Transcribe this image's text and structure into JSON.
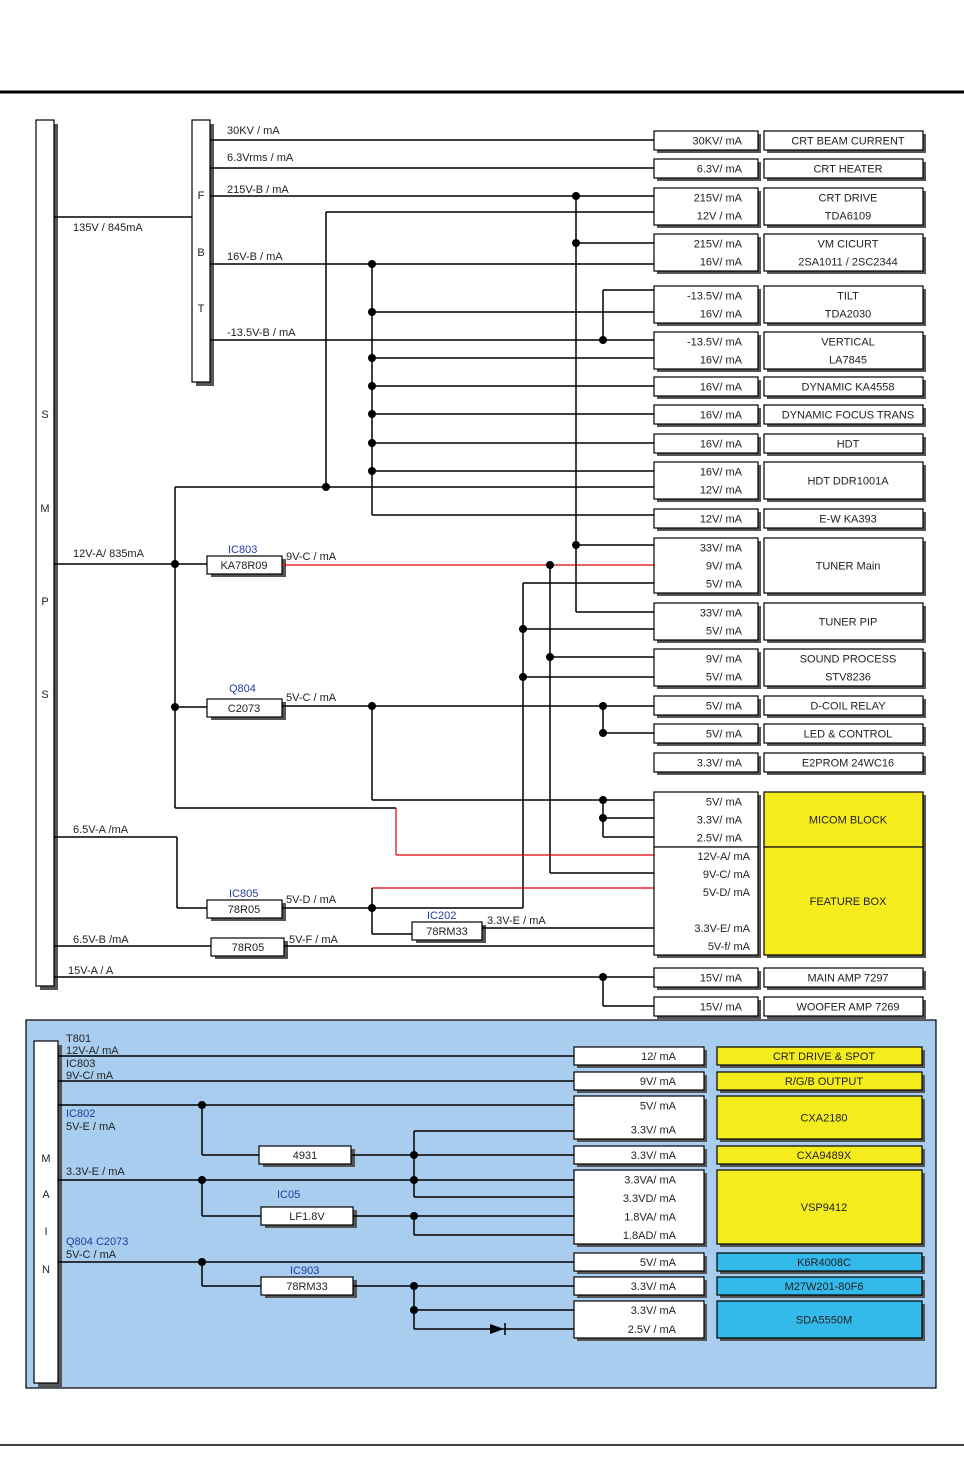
{
  "smps_label": [
    "S",
    "M",
    "P",
    "S"
  ],
  "fbt_label": [
    "F",
    "B",
    "T"
  ],
  "main_label": [
    "M",
    "A",
    "I",
    "N"
  ],
  "top": {
    "rails": {
      "kv30": "30KV / mA",
      "v63": "6.3Vrms / mA",
      "v215b": "215V-B / mA",
      "v135": "135V / 845mA",
      "v16b": "16V-B / mA",
      "v135b": "-13.5V-B / mA",
      "v12a": "12V-A/  835mA",
      "v9c": "9V-C / mA",
      "v5c": "5V-C / mA",
      "v65a": "6.5V-A /mA",
      "v5d": "5V-D / mA",
      "v33e": "3.3V-E / mA",
      "v65b": "6.5V-B /mA",
      "v5f": "5V-F / mA",
      "v15a": "15V-A / A"
    },
    "parts": {
      "ic803_ref": "IC803",
      "ic803_name": "KA78R09",
      "q804_ref": "Q804",
      "q804_name": "C2073",
      "ic805_ref": "IC805",
      "ic805_name": "78R05",
      "ic202_ref": "IC202",
      "ic202_name": "78RM33",
      "reg_6v5b_name": "78R05"
    },
    "volt_boxes": [
      [
        "30KV/     mA"
      ],
      [
        "6.3V/     mA"
      ],
      [
        "215V/     mA",
        "12V /     mA"
      ],
      [
        "215V/     mA",
        "16V/     mA"
      ],
      [
        "-13.5V/     mA",
        "16V/     mA"
      ],
      [
        "-13.5V/     mA",
        "16V/     mA"
      ],
      [
        "16V/     mA"
      ],
      [
        "16V/     mA"
      ],
      [
        "16V/     mA"
      ],
      [
        "16V/     mA",
        "12V/     mA"
      ],
      [
        "12V/     mA"
      ],
      [
        "33V/     mA",
        "9V/     mA",
        "5V/     mA"
      ],
      [
        "33V/     mA",
        "5V/     mA"
      ],
      [
        "9V/     mA",
        "5V/     mA"
      ],
      [
        "5V/     mA"
      ],
      [
        "5V/     mA"
      ],
      [
        "3.3V/     mA"
      ],
      [
        "5V/     mA",
        "3.3V/     mA",
        "2.5V/     mA"
      ],
      [
        "12V-A/     mA",
        "9V-C/     mA",
        "5V-D/     mA",
        "3.3V-E/     mA",
        "5V-f/     mA"
      ],
      [
        "15V/     mA"
      ],
      [
        "15V/     mA"
      ]
    ],
    "loads": [
      [
        "CRT  BEAM  CURRENT"
      ],
      [
        "CRT  HEATER"
      ],
      [
        "CRT  DRIVE",
        "TDA6109"
      ],
      [
        "VM  CICURT",
        "2SA1011  /  2SC2344"
      ],
      [
        "TILT",
        "TDA2030"
      ],
      [
        "VERTICAL",
        "LA7845"
      ],
      [
        "DYNAMIC    KA4558"
      ],
      [
        "DYNAMIC    FOCUS  TRANS"
      ],
      [
        "HDT"
      ],
      [
        "HDT  DDR1001A"
      ],
      [
        "E-W  KA393"
      ],
      [
        "TUNER  Main"
      ],
      [
        "TUNER  PIP"
      ],
      [
        "SOUND  PROCESS",
        "STV8236"
      ],
      [
        "D-COIL  RELAY"
      ],
      [
        "LED  &  CONTROL"
      ],
      [
        "E2PROM  24WC16"
      ],
      [
        "MICOM  BLOCK"
      ],
      [
        "FEATURE  BOX"
      ],
      [
        "MAIN  AMP  7297"
      ],
      [
        "WOOFER  AMP  7269"
      ]
    ]
  },
  "main": {
    "rails": {
      "t801_ref": "T801",
      "t801": "12V-A/     mA",
      "ic803_ref": "IC803",
      "ic803": "9V-C/     mA",
      "ic802_ref": "IC802",
      "ic802": "5V-E /     mA",
      "v33e": "3.3V-E /   mA",
      "q804_ref": "Q804  C2073",
      "q804": "5V-C /     mA"
    },
    "parts": {
      "r4931": "4931",
      "ic05_ref": "IC05",
      "ic05_name": "LF1.8V",
      "ic903_ref": "IC903",
      "ic903_name": "78RM33"
    },
    "volt_boxes": [
      [
        "12/       mA"
      ],
      [
        "9V/       mA"
      ],
      [
        "5V/       mA",
        "3.3V/       mA"
      ],
      [
        "3.3V/       mA"
      ],
      [
        "3.3VA/     mA",
        "3.3VD/     mA",
        "1.8VA/     mA",
        "1.8AD/     mA"
      ],
      [
        "5V/       mA"
      ],
      [
        "3.3V/       mA"
      ],
      [
        "3.3V/       mA",
        "2.5V /       mA"
      ]
    ],
    "loads": [
      [
        "CRT  DRIVE  &  SPOT"
      ],
      [
        "R/G/B  OUTPUT"
      ],
      [
        "CXA2180"
      ],
      [
        "CXA9489X"
      ],
      [
        "VSP9412"
      ],
      [
        "K6R4008C"
      ],
      [
        "M27W201-80F6"
      ],
      [
        "SDA5550M"
      ]
    ]
  },
  "colors": {
    "yellow": "#f5ec1d",
    "blue": "#33b9ea",
    "panel": "#a8cdee",
    "red": "#e00000"
  }
}
